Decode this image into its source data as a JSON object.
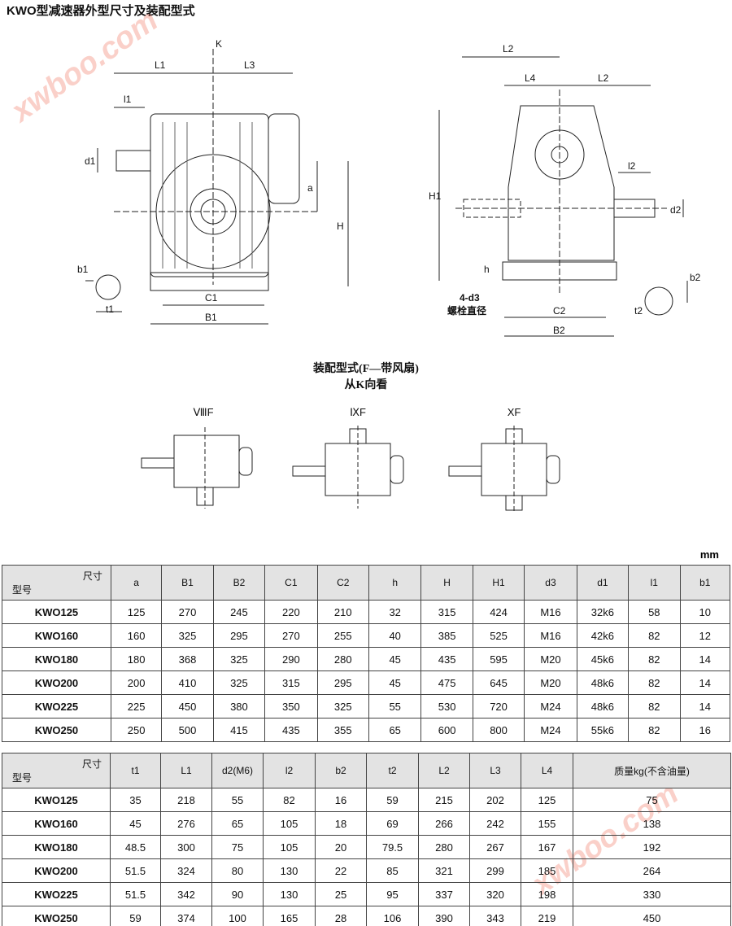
{
  "title": "KWO型减速器外型尺寸及装配型式",
  "watermark": "xwboo.com",
  "drawing_left": {
    "K": "K",
    "L1": "L1",
    "L3": "L3",
    "l1": "l1",
    "d1": "d1",
    "a": "a",
    "H": "H",
    "b1": "b1",
    "t1": "t1",
    "C1": "C1",
    "B1": "B1"
  },
  "drawing_right": {
    "L2": "L2",
    "L4": "L4",
    "L2b": "L2",
    "l2": "l2",
    "H1": "H1",
    "d2": "d2",
    "h": "h",
    "b2": "b2",
    "d3": "4-d3",
    "bolt": "螺栓直径",
    "C2": "C2",
    "B2": "B2",
    "t2": "t2"
  },
  "assembly": {
    "title": "装配型式(F—带风扇)",
    "subtitle": "从K向看",
    "types": [
      "ⅧF",
      "ⅨF",
      "XF"
    ]
  },
  "unit": "mm",
  "table1": {
    "corner_top": "尺寸",
    "corner_bottom": "型号",
    "headers": [
      "a",
      "B1",
      "B2",
      "C1",
      "C2",
      "h",
      "H",
      "H1",
      "d3",
      "d1",
      "l1",
      "b1"
    ],
    "rows": [
      [
        "KWO125",
        "125",
        "270",
        "245",
        "220",
        "210",
        "32",
        "315",
        "424",
        "M16",
        "32k6",
        "58",
        "10"
      ],
      [
        "KWO160",
        "160",
        "325",
        "295",
        "270",
        "255",
        "40",
        "385",
        "525",
        "M16",
        "42k6",
        "82",
        "12"
      ],
      [
        "KWO180",
        "180",
        "368",
        "325",
        "290",
        "280",
        "45",
        "435",
        "595",
        "M20",
        "45k6",
        "82",
        "14"
      ],
      [
        "KWO200",
        "200",
        "410",
        "325",
        "315",
        "295",
        "45",
        "475",
        "645",
        "M20",
        "48k6",
        "82",
        "14"
      ],
      [
        "KWO225",
        "225",
        "450",
        "380",
        "350",
        "325",
        "55",
        "530",
        "720",
        "M24",
        "48k6",
        "82",
        "14"
      ],
      [
        "KWO250",
        "250",
        "500",
        "415",
        "435",
        "355",
        "65",
        "600",
        "800",
        "M24",
        "55k6",
        "82",
        "16"
      ]
    ]
  },
  "table2": {
    "corner_top": "尺寸",
    "corner_bottom": "型号",
    "headers": [
      "t1",
      "L1",
      "d2(M6)",
      "l2",
      "b2",
      "t2",
      "L2",
      "L3",
      "L4",
      "质量kg(不含油量)"
    ],
    "rows": [
      [
        "KWO125",
        "35",
        "218",
        "55",
        "82",
        "16",
        "59",
        "215",
        "202",
        "125",
        "75"
      ],
      [
        "KWO160",
        "45",
        "276",
        "65",
        "105",
        "18",
        "69",
        "266",
        "242",
        "155",
        "138"
      ],
      [
        "KWO180",
        "48.5",
        "300",
        "75",
        "105",
        "20",
        "79.5",
        "280",
        "267",
        "167",
        "192"
      ],
      [
        "KWO200",
        "51.5",
        "324",
        "80",
        "130",
        "22",
        "85",
        "321",
        "299",
        "185",
        "264"
      ],
      [
        "KWO225",
        "51.5",
        "342",
        "90",
        "130",
        "25",
        "95",
        "337",
        "320",
        "198",
        "330"
      ],
      [
        "KWO250",
        "59",
        "374",
        "100",
        "165",
        "28",
        "106",
        "390",
        "343",
        "219",
        "450"
      ]
    ]
  }
}
